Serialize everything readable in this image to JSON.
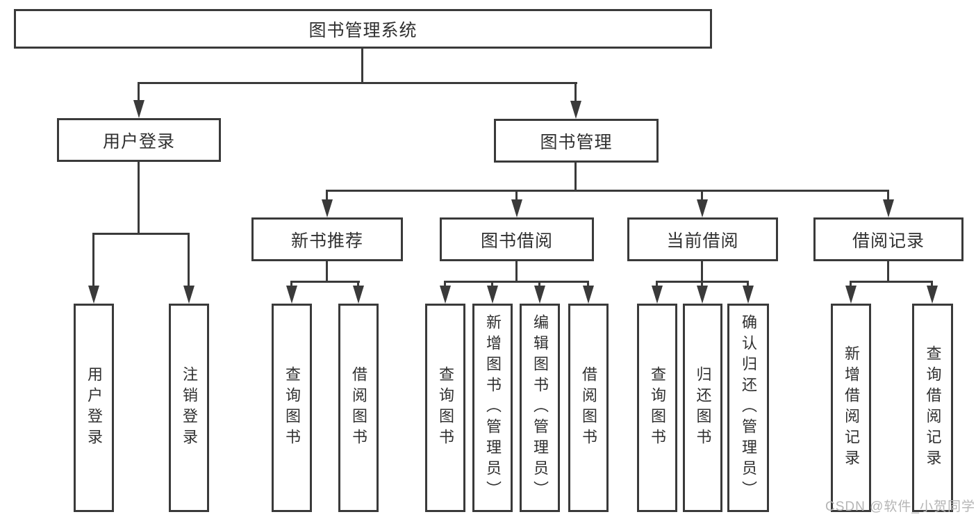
{
  "diagram": {
    "root": {
      "label": "图书管理系统"
    },
    "branches": [
      {
        "label": "用户登录",
        "children": [
          {
            "label": "用户登录"
          },
          {
            "label": "注销登录"
          }
        ]
      },
      {
        "label": "图书管理",
        "children": [
          {
            "label": "新书推荐",
            "children": [
              {
                "label": "查询图书"
              },
              {
                "label": "借阅图书"
              }
            ]
          },
          {
            "label": "图书借阅",
            "children": [
              {
                "label": "查询图书"
              },
              {
                "label": "新增图书（管理员）"
              },
              {
                "label": "编辑图书（管理员）"
              },
              {
                "label": "借阅图书"
              }
            ]
          },
          {
            "label": "当前借阅",
            "children": [
              {
                "label": "查询图书"
              },
              {
                "label": "归还图书"
              },
              {
                "label": "确认归还（管理员）"
              }
            ]
          },
          {
            "label": "借阅记录",
            "children": [
              {
                "label": "新增借阅记录"
              },
              {
                "label": "查询借阅记录"
              }
            ]
          }
        ]
      }
    ]
  },
  "watermark": {
    "text": "CSDN @软件_小贺同学"
  },
  "colors": {
    "line": "#3a3a3a",
    "text": "#303030",
    "watermark": "#b5b5b5",
    "background": "#ffffff"
  }
}
